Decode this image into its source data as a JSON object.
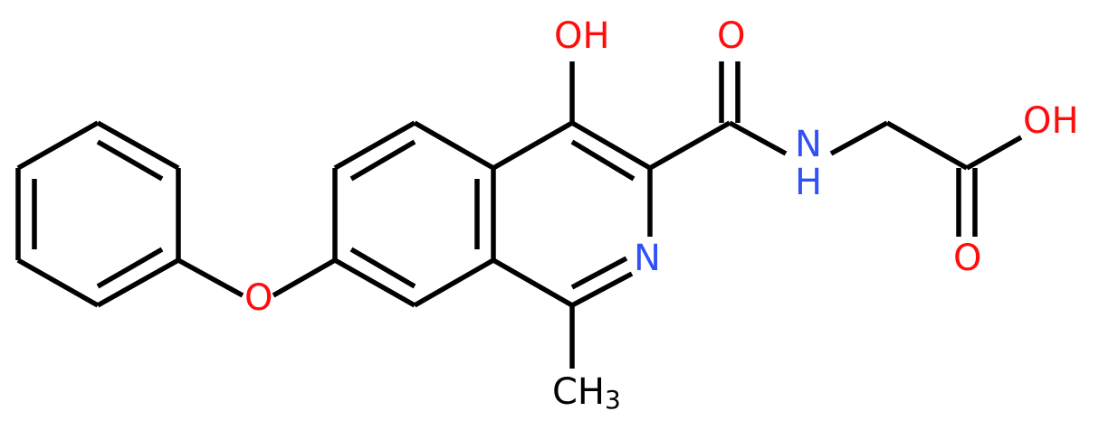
{
  "colors": {
    "carbon_bond": "#000000",
    "oxygen": "#ff0d0d",
    "nitrogen": "#3050f8",
    "carbon_label": "#000000"
  },
  "labels": {
    "hydroxyl_top": "OH",
    "carbonyl_o_amide": "O",
    "amide_n": "N",
    "amide_h": "H",
    "acid_oh": "OH",
    "acid_carbonyl_o": "O",
    "ring_n": "N",
    "ether_o": "O",
    "methyl_c": "CH",
    "methyl_sub": "3"
  }
}
